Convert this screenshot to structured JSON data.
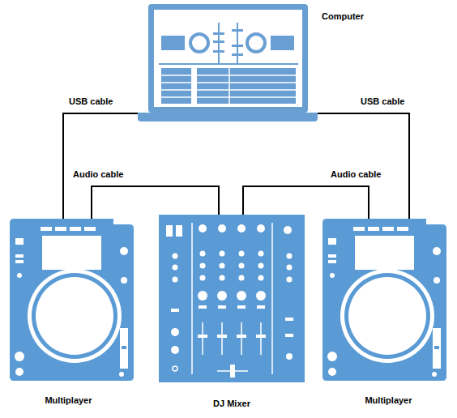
{
  "diagram": {
    "nodes": [
      {
        "text": [
          "Computer"
        ]
      },
      {
        "text": [
          "Multiplayer"
        ]
      },
      {
        "text": [
          "DJ Mixer"
        ]
      },
      {
        "text": [
          "Multiplayer"
        ]
      }
    ],
    "edges": [
      {
        "from": 1,
        "to": 0,
        "label": "USB cable",
        "arrow": "none"
      },
      {
        "from": 1,
        "to": 2,
        "label": "Audio cable",
        "arrow": "none"
      },
      {
        "from": 2,
        "to": 3,
        "label": "Audio cable",
        "arrow": "none"
      },
      {
        "from": 0,
        "to": 3,
        "label": "USB cable",
        "arrow": "none"
      }
    ]
  }
}
